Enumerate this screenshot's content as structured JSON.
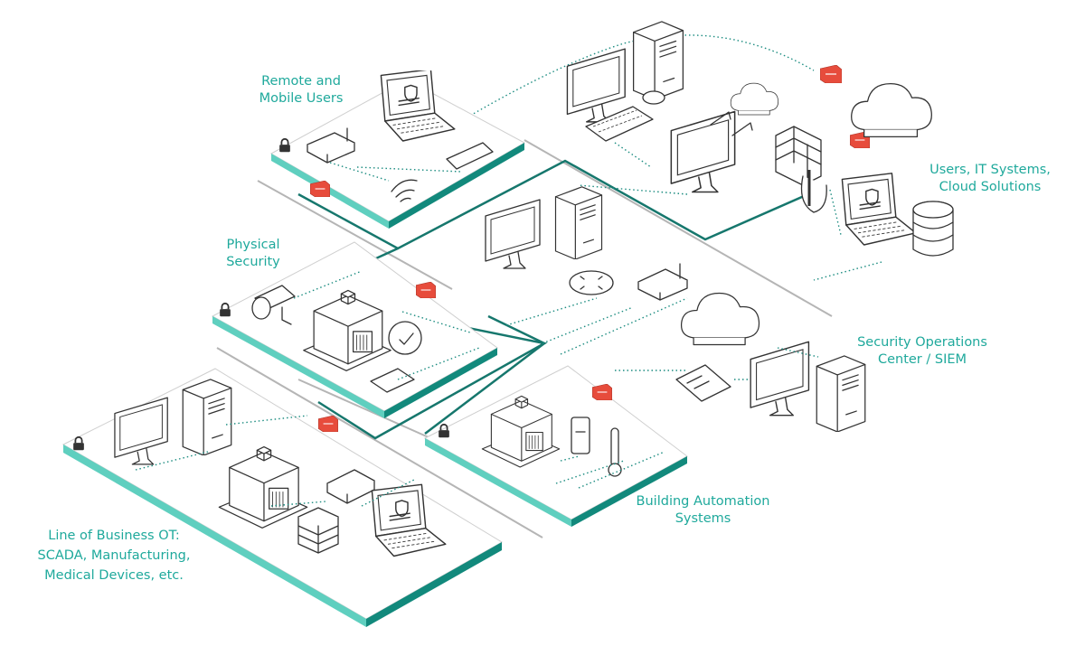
{
  "zones": {
    "remote": {
      "line1": "Remote and",
      "line2": "Mobile Users"
    },
    "physical": {
      "line1": "Physical",
      "line2": "Security"
    },
    "lob": {
      "line1": "Line of Business OT:",
      "line2": "SCADA, Manufacturing,",
      "line3": "Medical Devices, etc."
    },
    "building": {
      "line1": "Building Automation",
      "line2": "Systems"
    },
    "users_it": {
      "line1": "Users, IT Systems,",
      "line2": "Cloud Solutions"
    },
    "soc": {
      "line1": "Security Operations",
      "line2": "Center / SIEM"
    }
  },
  "colors": {
    "accent": "#1fa99c",
    "trunk": "#16776d",
    "enclave": "#e74c3c"
  },
  "icons": [
    "laptop-icon",
    "router-icon",
    "smartphone-icon",
    "wifi-icon",
    "monitor-icon",
    "computer-tower-icon",
    "keyboard-icon",
    "mouse-icon",
    "cloud-icon",
    "firewall-icon",
    "database-icon",
    "switch-icon",
    "security-camera-icon",
    "building-icon",
    "clock-icon",
    "tablet-icon",
    "thermometer-icon",
    "thermostat-icon",
    "server-rack-icon",
    "lock-icon",
    "enclave-gateway-icon"
  ]
}
